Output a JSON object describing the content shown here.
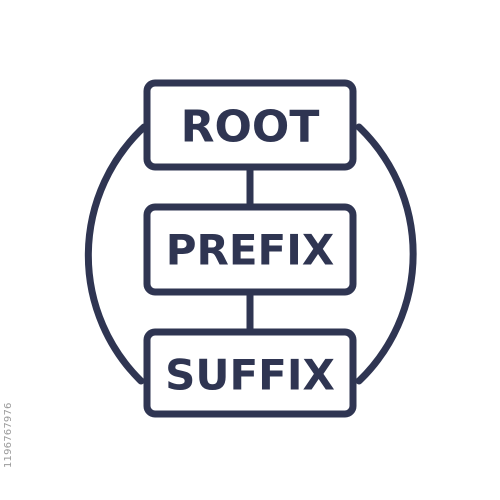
{
  "diagram": {
    "boxes": [
      {
        "label": "ROOT"
      },
      {
        "label": "PREFIX"
      },
      {
        "label": "SUFFIX"
      }
    ]
  },
  "stock_id": "1196767976",
  "colors": {
    "stroke": "#2f3552",
    "background": "#ffffff"
  }
}
